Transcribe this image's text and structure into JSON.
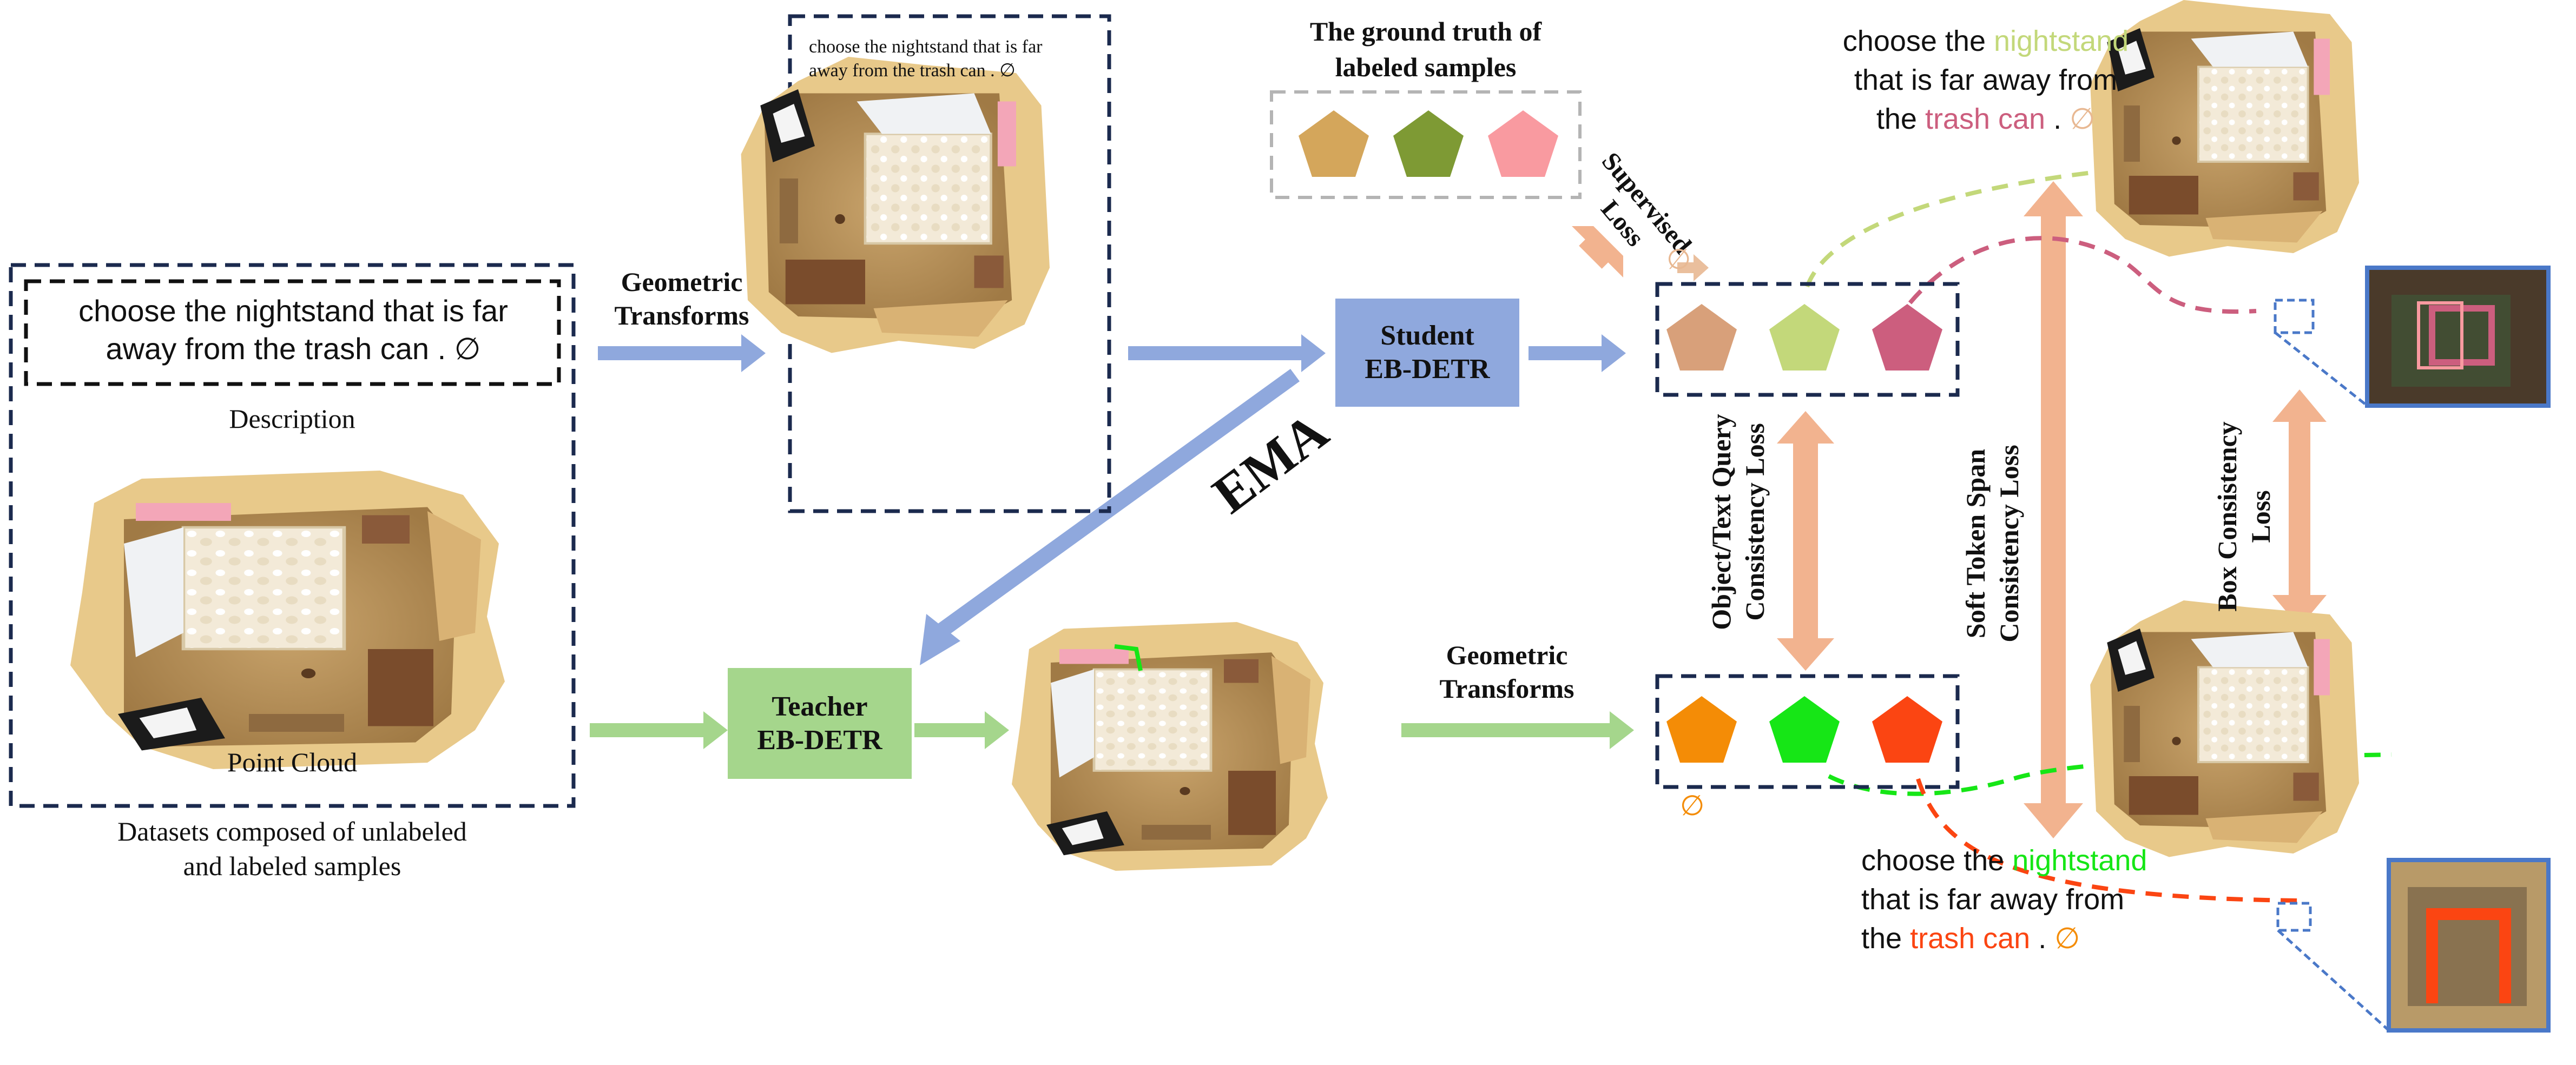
{
  "dataset": {
    "description_text_line1": "choose the nightstand that is far",
    "description_text_line2": "away from the trash can . ∅",
    "description_label": "Description",
    "point_cloud_label": "Point Cloud",
    "caption_line1": "Datasets composed of unlabeled",
    "caption_line2": "and labeled samples"
  },
  "top_branch": {
    "transform_label_line1": "Geometric",
    "transform_label_line2": "Transforms",
    "sample_text_line1": "choose the nightstand that is far",
    "sample_text_line2": "away from the trash can . ∅",
    "student_line1": "Student",
    "student_line2": "EB-DETR",
    "ema_label": "EMA"
  },
  "ground_truth": {
    "title_line1": "The ground truth of",
    "title_line2": "labeled samples",
    "colors": [
      "#d4a65b",
      "#7e9a34",
      "#f99aa0"
    ]
  },
  "bottom_branch": {
    "teacher_line1": "Teacher",
    "teacher_line2": "EB-DETR",
    "transform_label_line1": "Geometric",
    "transform_label_line2": "Transforms"
  },
  "losses": {
    "supervised_line1": "Supervised",
    "supervised_line2": "Loss",
    "query_line1": "Object/Text Query",
    "query_line2": "Consistency Loss",
    "span_line1": "Soft Token Span",
    "span_line2": "Consistency Loss",
    "box_line1": "Box Consistency",
    "box_line2": "Loss"
  },
  "student_queries": {
    "colors": [
      "#d8a07a",
      "#c3d87a",
      "#cc5e7e"
    ],
    "empty_symbol": "∅"
  },
  "teacher_queries": {
    "colors": [
      "#f48c06",
      "#16e616",
      "#fb4512"
    ],
    "empty_symbol": "∅"
  },
  "student_output_text": {
    "p1": "choose the ",
    "w1": "nightstand",
    "p2": "that is far away from",
    "p3": "the ",
    "w2": "trash can",
    "p4": " . ",
    "w3": "∅",
    "colors": {
      "w1": "#c3d87a",
      "w2": "#cc5e7e",
      "w3": "#e8b892"
    }
  },
  "teacher_output_text": {
    "p1": "choose the ",
    "w1": "nightstand",
    "p2": "that is far away from",
    "p3": "the ",
    "w2": "trash can",
    "p4": " . ",
    "w3": "∅",
    "colors": {
      "w1": "#16e616",
      "w2": "#fb4512",
      "w3": "#f48c06"
    }
  },
  "colors": {
    "blue_arrow": "#8fa8dd",
    "green_arrow": "#a5d68c",
    "loss_arrow": "#f2b38f",
    "navy_dash": "#1b2a4e",
    "student_box": "#8fa8dd",
    "teacher_box": "#a5d68c",
    "zoom_border": "#4a78c8"
  }
}
